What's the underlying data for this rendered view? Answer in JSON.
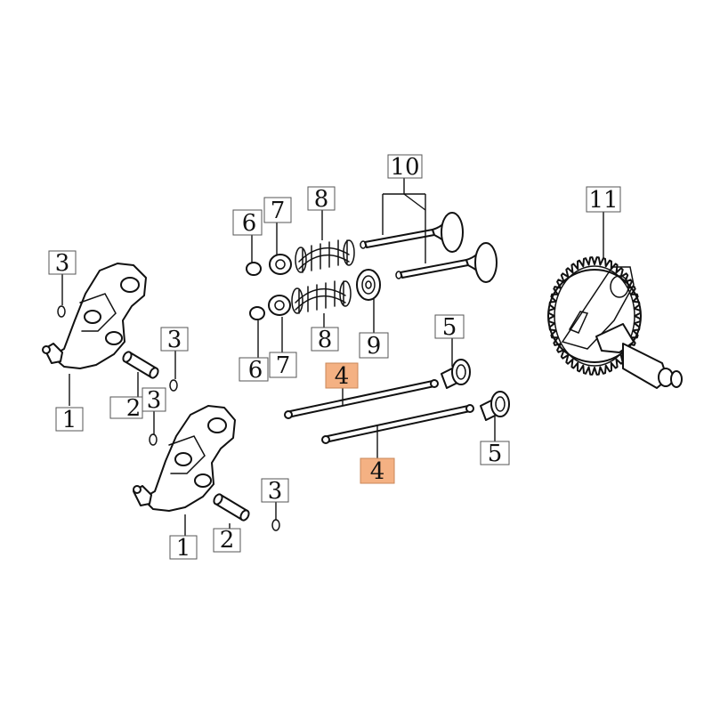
{
  "diagram": {
    "highlight_color": "#f4b183",
    "callouts": {
      "c1a": "1",
      "c1b": "1",
      "c2a": "2",
      "c2b": "2",
      "c3a": "3",
      "c3b": "3",
      "c3c": "3",
      "c3d": "3",
      "c4a": "4",
      "c4b": "4",
      "c5a": "5",
      "c5b": "5",
      "c6a": "6",
      "c6b": "6",
      "c7a": "7",
      "c7b": "7",
      "c8a": "8",
      "c8b": "8",
      "c9": "9",
      "c10": "10",
      "c11": "11"
    },
    "highlighted_parts": [
      "4"
    ]
  }
}
